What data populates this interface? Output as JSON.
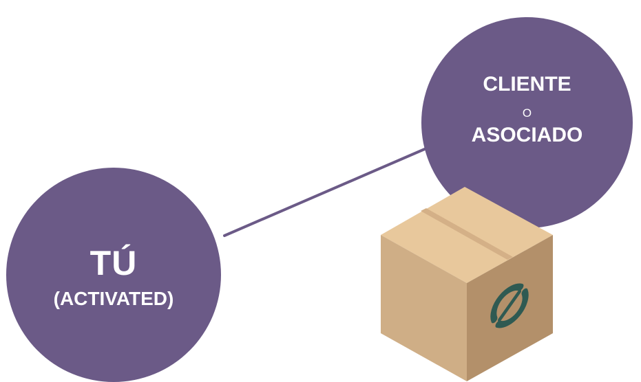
{
  "colors": {
    "node_fill": "#6b5a87",
    "connector": "#6b5a87",
    "node_text": "#ffffff",
    "box_top": "#e8c89c",
    "box_left": "#cfae86",
    "box_right": "#b5916a",
    "box_tape": "#d4b087",
    "logo": "#2f5a52"
  },
  "nodes": {
    "you": {
      "title": "TÚ",
      "subtitle": "(ACTIVATED)"
    },
    "client": {
      "line1": "CLIENTE",
      "connector_word": "O",
      "line2": "ASOCIADO"
    }
  },
  "icons": {
    "package": "cardboard-box-icon",
    "logo": "circular-arrows-logo"
  }
}
